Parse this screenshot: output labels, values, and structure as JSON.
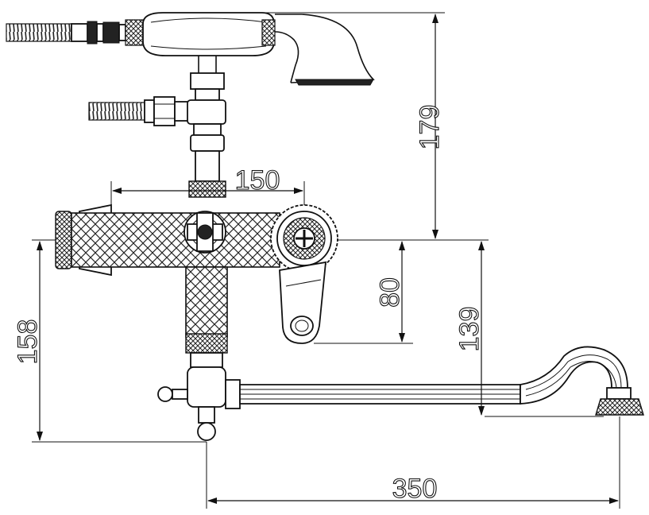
{
  "dimensions": {
    "overall_height": "179",
    "mixer_width": "150",
    "lever_drop": "80",
    "spout_drop": "139",
    "mixer_to_spout": "158",
    "spout_length": "350"
  }
}
